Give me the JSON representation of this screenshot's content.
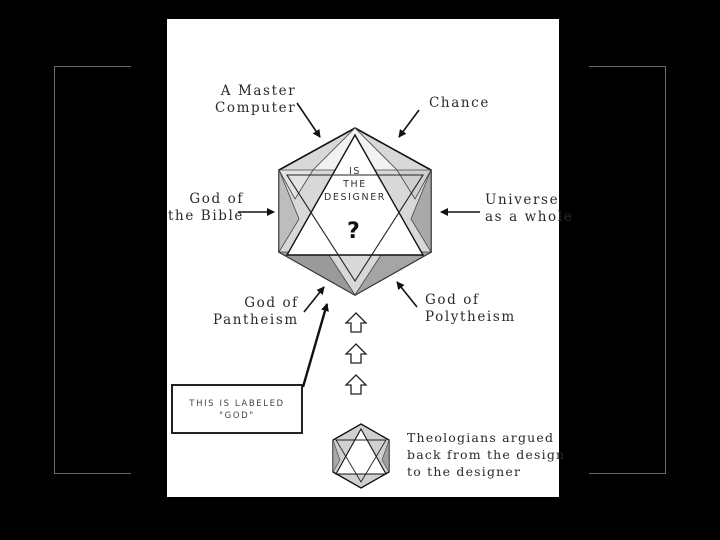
{
  "labels": {
    "master_computer": [
      "A Master",
      "Computer"
    ],
    "chance": "Chance",
    "god_bible": [
      "God of",
      "the Bible"
    ],
    "universe": [
      "Universe",
      "as a whole"
    ],
    "god_pantheism": [
      "God of",
      "Pantheism"
    ],
    "god_polytheism": [
      "God of",
      "Polytheism"
    ]
  },
  "center": {
    "line1": "IS",
    "line2": "THE",
    "line3": "DESIGNER",
    "question": "?"
  },
  "box": {
    "line1": "THIS IS LABELED",
    "line2": "\"GOD\""
  },
  "theologians": [
    "Theologians argued",
    "back from the design",
    "to the designer"
  ],
  "colors": {
    "background": "#000000",
    "panel": "#ffffff",
    "ink": "#2a2a2a"
  }
}
